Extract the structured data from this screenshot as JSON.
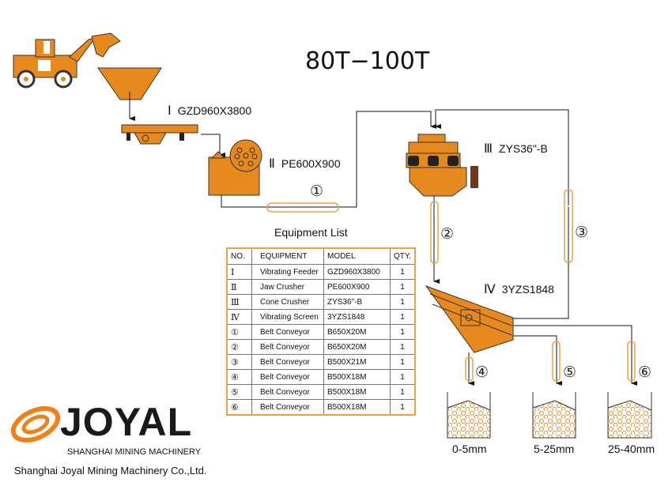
{
  "title": "80T−100T",
  "machines": [
    {
      "no": "Ⅰ",
      "model": "GZD960X3800"
    },
    {
      "no": "Ⅱ",
      "model": "PE600X900"
    },
    {
      "no": "Ⅲ",
      "model": "ZYS36\"-B"
    },
    {
      "no": "Ⅳ",
      "model": "3YZS1848"
    }
  ],
  "conveyors": [
    "①",
    "②",
    "③",
    "④",
    "⑤",
    "⑥"
  ],
  "products": [
    "0-5mm",
    "5-25mm",
    "25-40mm"
  ],
  "equipment_list": {
    "title": "Equipment List",
    "headers": [
      "NO.",
      "EQUIPMENT",
      "MODEL",
      "QTY."
    ],
    "rows": [
      [
        "Ⅰ",
        "Vibrating Feeder",
        "GZD960X3800",
        "1"
      ],
      [
        "Ⅱ",
        "Jaw Crusher",
        "PE600X900",
        "1"
      ],
      [
        "Ⅲ",
        "Cone Crusher",
        "ZYS36\"-B",
        "1"
      ],
      [
        "Ⅳ",
        "Vibrating Screen",
        "3YZS1848",
        "1"
      ],
      [
        "①",
        "Belt Conveyor",
        "B650X20M",
        "1"
      ],
      [
        "②",
        "Belt Conveyor",
        "B650X20M",
        "1"
      ],
      [
        "③",
        "Belt Conveyor",
        "B500X21M",
        "1"
      ],
      [
        "④",
        "Belt Conveyor",
        "B500X18M",
        "1"
      ],
      [
        "⑤",
        "Belt Conveyor",
        "B500X18M",
        "1"
      ],
      [
        "⑥",
        "Belt Conveyor",
        "B500X18M",
        "1"
      ]
    ]
  },
  "logo": {
    "word": "JOYAL",
    "subtitle": "SHANGHAI MINING MACHINERY",
    "company": "Shanghai Joyal Mining Machinery Co.,Ltd."
  },
  "colors": {
    "equipment": "#e8891d",
    "belt": "#f0a040",
    "line": "#111111",
    "table_border": "#e8a24a"
  }
}
